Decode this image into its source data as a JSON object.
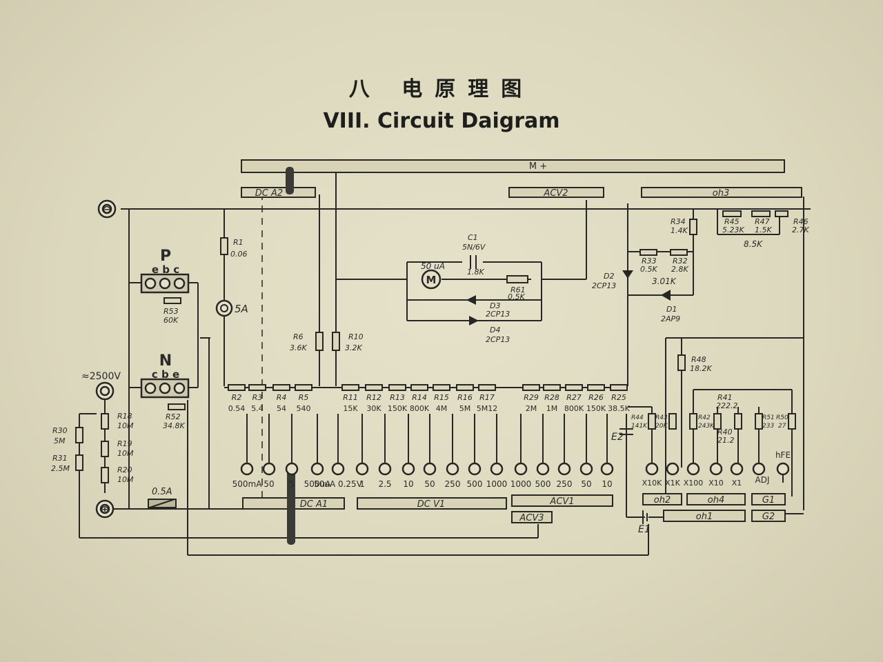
{
  "title_cn": "八 电原理图",
  "title_en": "VIII. Circuit Daigram",
  "terminals": {
    "minus": "⊖",
    "plus": "⊕",
    "hv": "≈2500V"
  },
  "transistor_sockets": {
    "p_label": "P",
    "n_label": "N",
    "p_pins": "e b c",
    "n_pins": "c b e"
  },
  "switch_bars": {
    "top": "M +",
    "dca2": "DC A2",
    "acv2": "ACV2",
    "oh3": "oh3",
    "dca1": "DC A1",
    "dcv1": "DC V1",
    "acv1": "ACV1",
    "acv3": "ACV3",
    "oh2": "oh2",
    "oh4": "oh4",
    "oh1": "oh1",
    "g1": "G1",
    "g2": "G2"
  },
  "components": {
    "r1": [
      "R1",
      "0.06"
    ],
    "fuse5a": "5A",
    "r6": [
      "R6",
      "3.6K"
    ],
    "r10": [
      "R10",
      "3.2K"
    ],
    "r53": [
      "R53",
      "60K"
    ],
    "r52": [
      "R52",
      "34.8K"
    ],
    "r18": [
      "R18",
      "10M"
    ],
    "r19": [
      "R19",
      "10M"
    ],
    "r20": [
      "R20",
      "10M"
    ],
    "r30": [
      "R30",
      "5M"
    ],
    "r31": [
      "R31",
      "2.5M"
    ],
    "fuse05a": "0.5A",
    "c1": [
      "C1",
      "5N/6V"
    ],
    "meter": "50 uA",
    "meter_r": "1.8K",
    "r61": [
      "R61",
      "0.5K"
    ],
    "d3": [
      "D3",
      "2CP13"
    ],
    "d4": [
      "D4",
      "2CP13"
    ],
    "d2": [
      "D2",
      "2CP13"
    ],
    "d1": [
      "D1",
      "2AP9"
    ],
    "r34": [
      "R34",
      "1.4K"
    ],
    "r33": [
      "R33",
      "0.5K"
    ],
    "r32": [
      "R32",
      "2.8K"
    ],
    "sum301": "3.01K",
    "r45": [
      "R45",
      "5.23K"
    ],
    "r47": [
      "R47",
      "1.5K"
    ],
    "r46": [
      "R46",
      "2.7K"
    ],
    "sum85": "8.5K",
    "r48": [
      "R48",
      "18.2K"
    ],
    "r44": [
      "R44",
      "141K"
    ],
    "r43": [
      "R43",
      "20K"
    ],
    "r42": [
      "R42",
      "243K"
    ],
    "r41": [
      "R41",
      "222.2"
    ],
    "r40": [
      "R40",
      "21.2"
    ],
    "r51": [
      "R51",
      "233"
    ],
    "r50": [
      "R50",
      "27"
    ],
    "e1": "E1",
    "e2": "E2"
  },
  "resistor_chain": [
    {
      "name": "R2",
      "value": "0.54"
    },
    {
      "name": "R3",
      "value": "5.4"
    },
    {
      "name": "R4",
      "value": "54"
    },
    {
      "name": "R5",
      "value": "540"
    },
    {
      "name": "R11",
      "value": "15K"
    },
    {
      "name": "R12",
      "value": "30K"
    },
    {
      "name": "R13",
      "value": "150K"
    },
    {
      "name": "R14",
      "value": "800K"
    },
    {
      "name": "R15",
      "value": "4M"
    },
    {
      "name": "R16",
      "value": "5M"
    },
    {
      "name": "R17",
      "value": "5M12"
    },
    {
      "name": "R29",
      "value": "2M"
    },
    {
      "name": "R28",
      "value": "1M"
    },
    {
      "name": "R27",
      "value": "800K"
    },
    {
      "name": "R26",
      "value": "150K"
    },
    {
      "name": "R25",
      "value": "38.5K"
    }
  ],
  "range_labels": [
    "500mA",
    "50",
    "5",
    "500uA",
    "50uA 0.25V",
    "1",
    "2.5",
    "10",
    "50",
    "250",
    "500",
    "1000",
    "1000",
    "500",
    "250",
    "50",
    "10"
  ],
  "ohm_labels": [
    "X10K",
    "X1K",
    "X100",
    "X10",
    "X1"
  ],
  "adj_label": "ADJ",
  "hfe_label": "hFE"
}
